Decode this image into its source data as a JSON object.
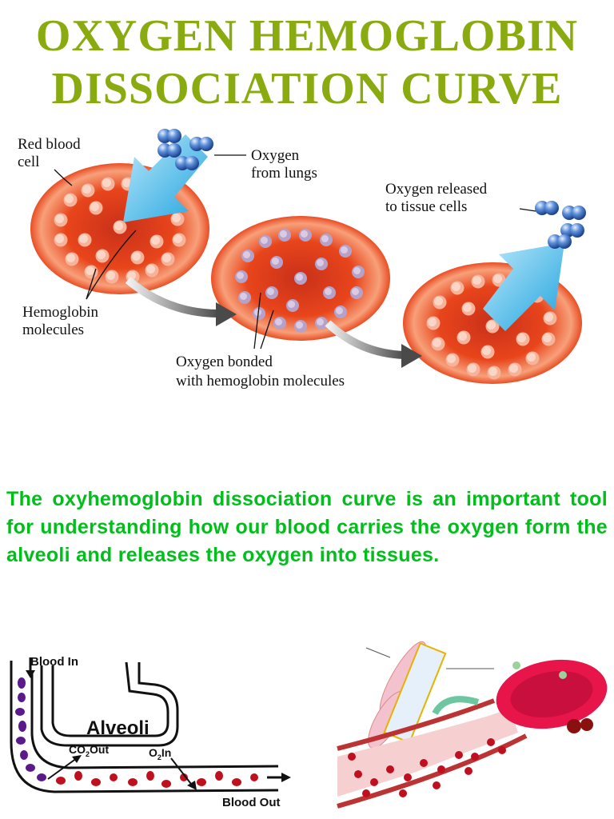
{
  "title": {
    "line1": "OXYGEN  HEMOGLOBIN",
    "line2": "DISSOCIATION  CURVE",
    "color": "#8aab0f"
  },
  "rbc_figure": {
    "label_rbc": [
      "Red blood",
      "cell"
    ],
    "label_oxygen_lungs": [
      "Oxygen",
      "from lungs"
    ],
    "label_oxygen_released": [
      "Oxygen released",
      "to tissue cells"
    ],
    "label_hemoglobin": [
      "Hemoglobin",
      "molecules"
    ],
    "label_bonded": [
      "Oxygen bonded",
      "with hemoglobin molecules"
    ],
    "cell_color": "#e8451b",
    "arrow_color": "#29a9e1"
  },
  "paragraph": {
    "text": "The oxyhemoglobin dissociation curve is an important tool for understanding how our blood carries the oxygen form the alveoli  and releases the  oxygen into tissues.",
    "color": "#00bf1a"
  },
  "alveoli_figure": {
    "blood_in": "Blood In",
    "alveoli": "Alveoli",
    "co2_out_prefix": "CO",
    "co2_out_sub": "2",
    "co2_out_suffix": "Out",
    "o2_in_prefix": "O",
    "o2_in_sub": "2",
    "o2_in_suffix": "In",
    "blood_out": "Blood Out"
  }
}
